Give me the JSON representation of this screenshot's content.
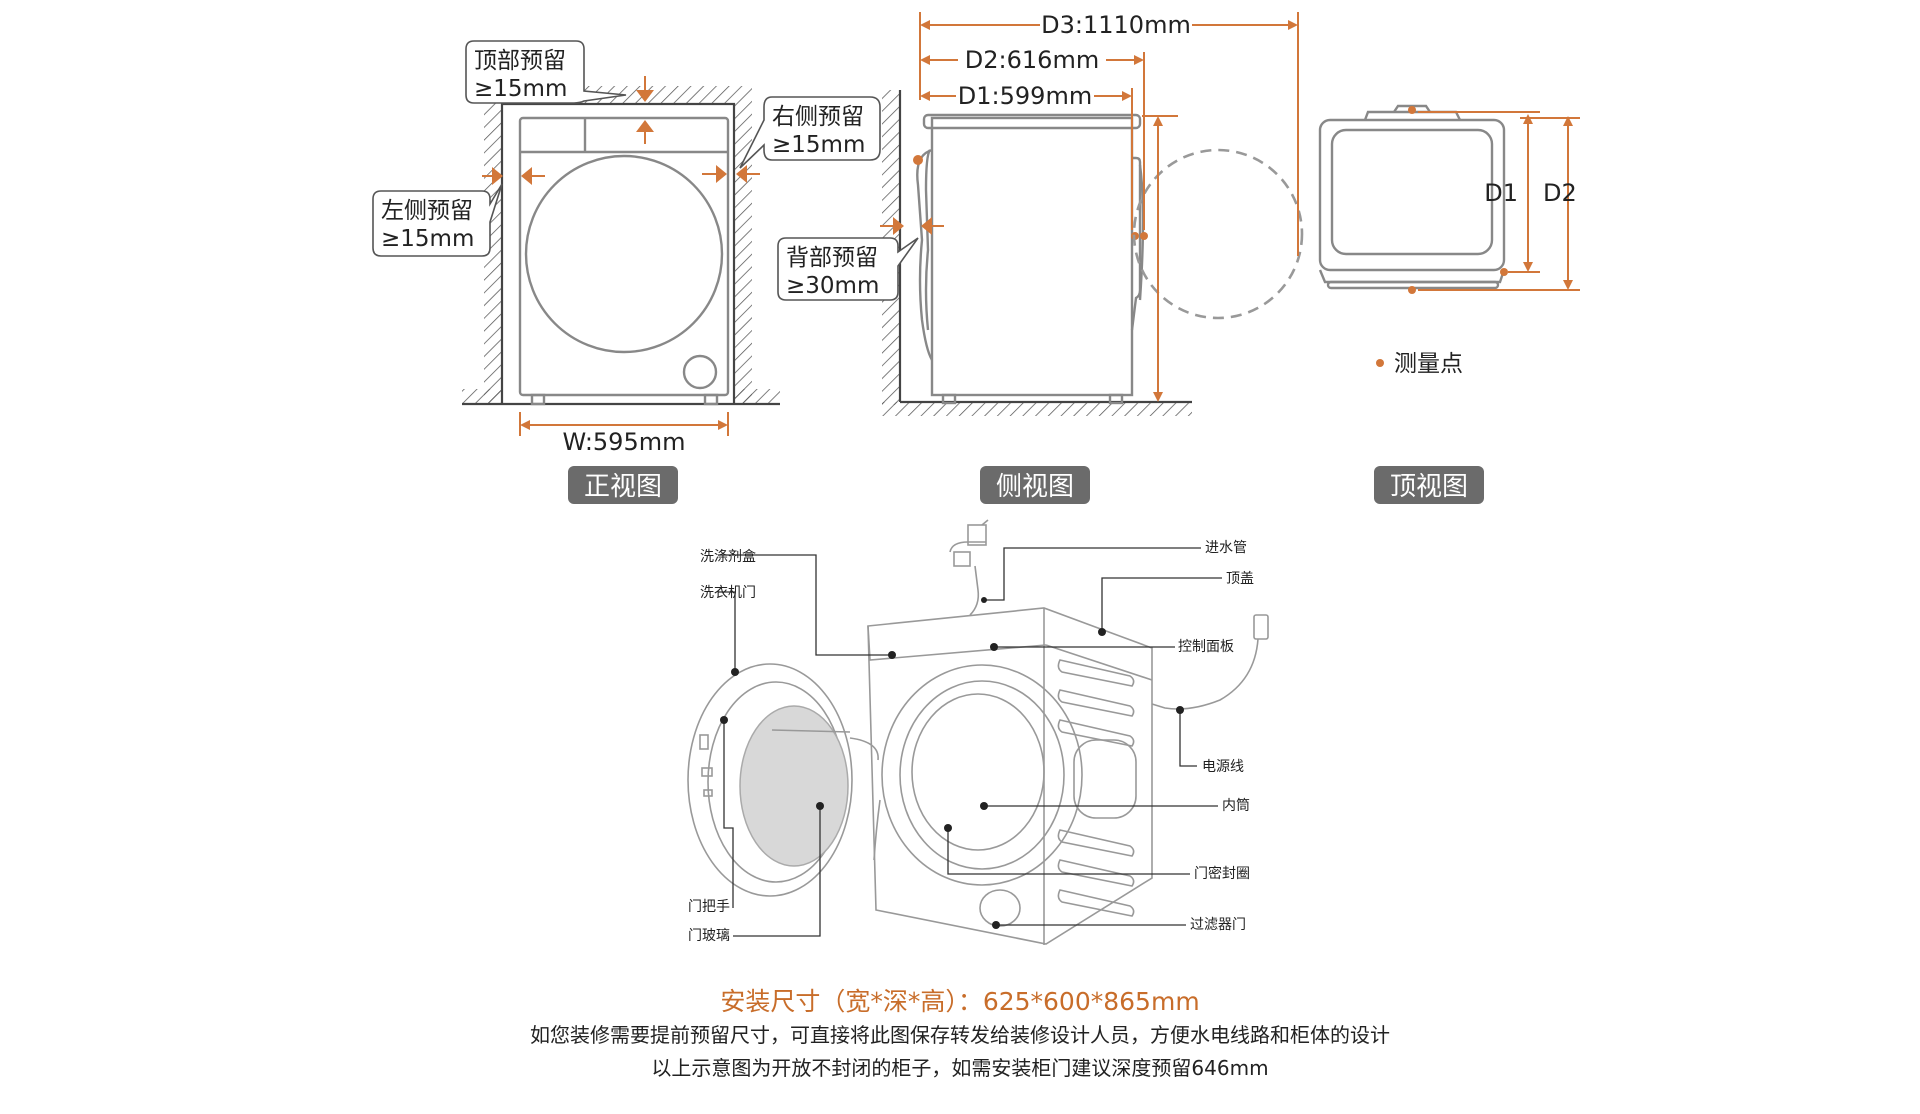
{
  "front_view": {
    "title": "正视图",
    "top_clearance": [
      "顶部预留",
      "≥15mm"
    ],
    "right_clearance": [
      "右侧预留",
      "≥15mm"
    ],
    "left_clearance": [
      "左侧预留",
      "≥15mm"
    ],
    "width_label": "W:595mm"
  },
  "side_view": {
    "title": "侧视图",
    "d3_label": "D3:1110mm",
    "d2_label": "D2:616mm",
    "d1_label": "D1:599mm",
    "back_clearance": [
      "背部预留",
      "≥30mm"
    ]
  },
  "top_view": {
    "title": "顶视图",
    "d1": "D1",
    "d2": "D2",
    "legend": "测量点"
  },
  "parts": {
    "detergent_box": "洗涤剂盒",
    "door": "洗衣机门",
    "handle": "门把手",
    "glass": "门玻璃",
    "inlet": "进水管",
    "top_cover": "顶盖",
    "control_panel": "控制面板",
    "power_cord": "电源线",
    "drum": "内筒",
    "door_seal": "门密封圈",
    "filter_door": "过滤器门"
  },
  "text": {
    "install_size": "安装尺寸（宽*深*高）：625*600*865mm",
    "note1": "如您装修需要提前预留尺寸，可直接将此图保存转发给装修设计人员，方便水电线路和柜体的设计",
    "note2": "以上示意图为开放不封闭的柜子，如需安装柜门建议深度预留646mm"
  },
  "colors": {
    "accent": "#d2773a",
    "tag": "#6b6b6b"
  }
}
